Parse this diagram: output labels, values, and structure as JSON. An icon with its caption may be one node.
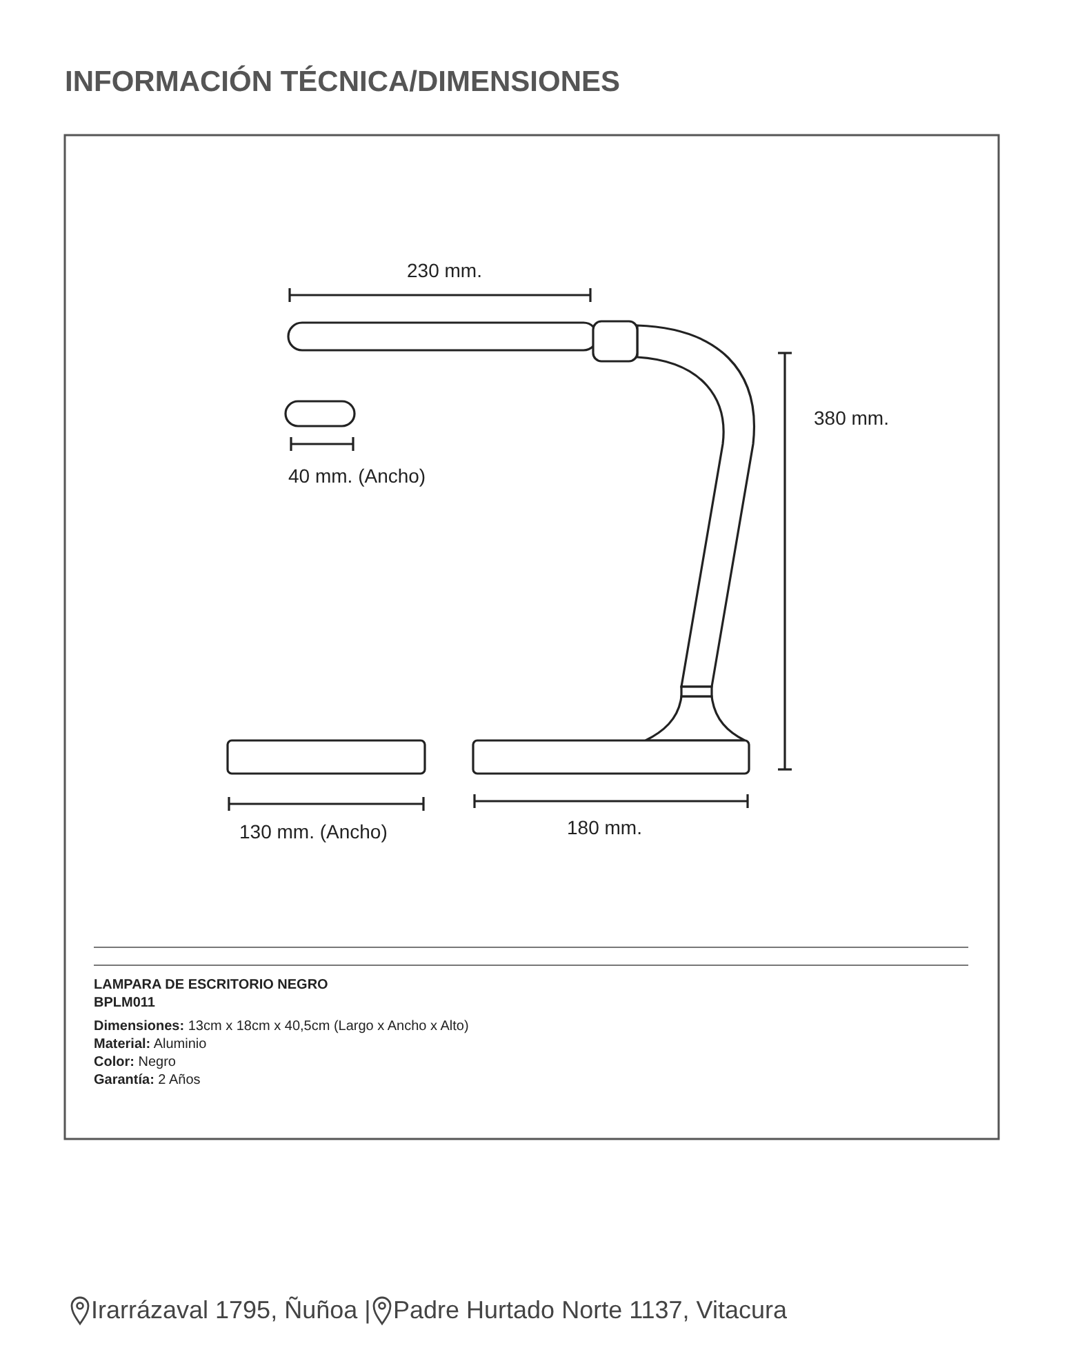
{
  "diagram": {
    "title": "INFORMACIÓN TÉCNICA/DIMENSIONES",
    "labels": [
      "230 mm.",
      "40 mm. (Ancho)",
      "380 mm.",
      "130 mm. (Ancho)",
      "180 mm.",
      "LAMPARA DE ESCRITORIO NEGRO",
      "BPLM011",
      "**Dimensiones:** 13cm x 18cm x 40,5cm (Largo x Ancho x Alto)",
      "**Material:** Aluminio",
      "**Color:** Negro",
      "**Garantía:** 2 Años",
      "Irarrázaval 1795, Ñuñoa |",
      "Padre Hurtado Norte 1137, Vitacura"
    ]
  }
}
